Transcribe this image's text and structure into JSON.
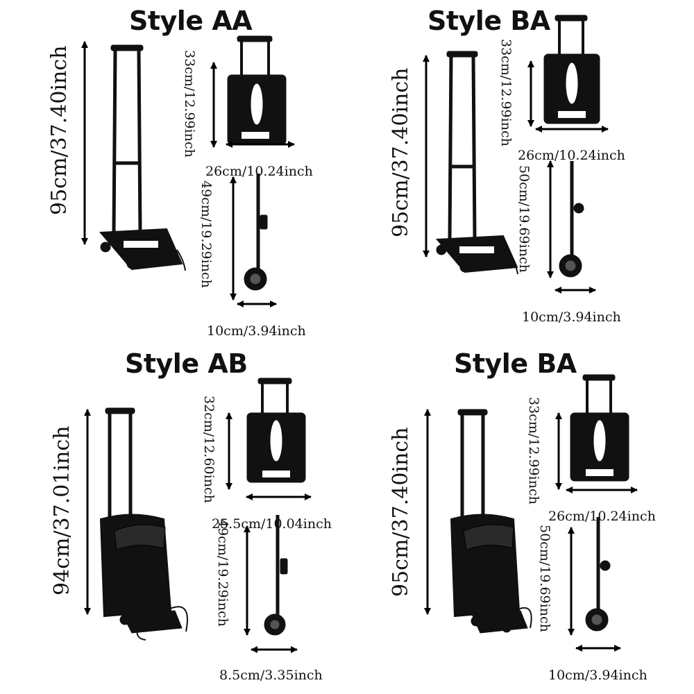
{
  "panels": [
    {
      "style": "Style AA",
      "total_height": "95cm/37.40inch",
      "folded_height": "33cm/12.99inch",
      "folded_width": "26cm/10.24inch",
      "side_height": "49cm/19.29inch",
      "side_depth": "10cm/3.94inch",
      "has_bag": false
    },
    {
      "style": "Style BA",
      "total_height": "95cm/37.40inch",
      "folded_height": "33cm/12.99inch",
      "folded_width": "26cm/10.24inch",
      "side_height": "50cm/19.69inch",
      "side_depth": "10cm/3.94inch",
      "has_bag": false
    },
    {
      "style": "Style AB",
      "total_height": "94cm/37.01inch",
      "folded_height": "32cm/12.60inch",
      "folded_width": "25.5cm/10.04inch",
      "side_height": "49cm/19.29inch",
      "side_depth": "8.5cm/3.35inch",
      "has_bag": true
    },
    {
      "style": "Style BA",
      "total_height": "95cm/37.40inch",
      "folded_height": "33cm/12.99inch",
      "folded_width": "26cm/10.24inch",
      "side_height": "50cm/19.69inch",
      "side_depth": "10cm/3.94inch",
      "has_bag": true
    }
  ]
}
